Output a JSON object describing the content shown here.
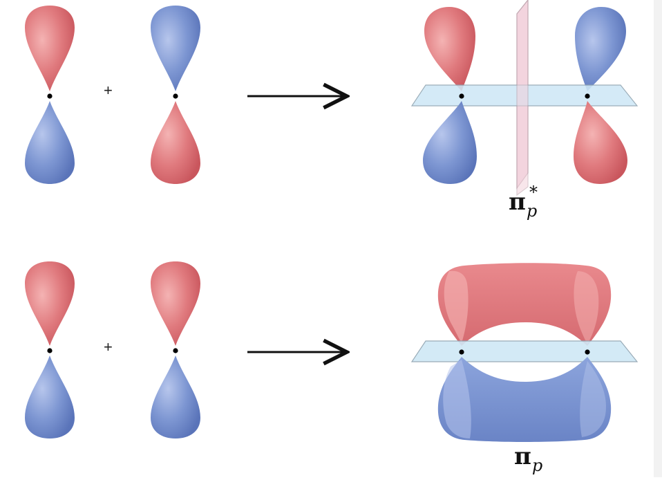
{
  "colors": {
    "positive_lobe": "#e07a7e",
    "negative_lobe": "#7d96d2",
    "nodal_plane_horizontal": "#cfe8f6",
    "nodal_plane_vertical": "#f3d2dc",
    "nucleus": "#000000"
  },
  "rows": [
    {
      "operator": "+",
      "result_label": {
        "symbol": "π",
        "subscript": "p",
        "superscript": "*"
      }
    },
    {
      "operator": "+",
      "result_label": {
        "symbol": "π",
        "subscript": "p",
        "superscript": ""
      }
    }
  ]
}
